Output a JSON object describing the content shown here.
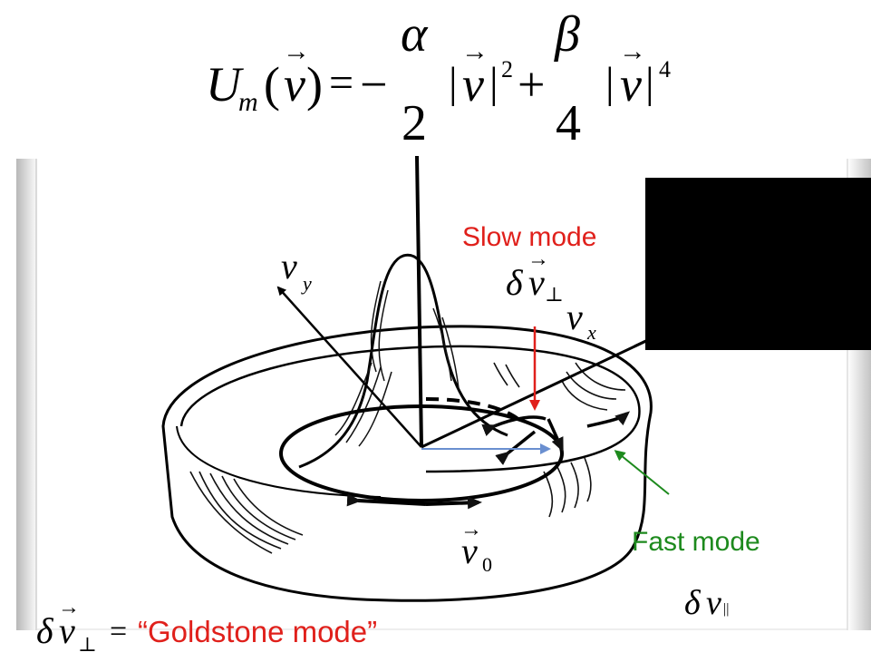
{
  "equation": {
    "lhs": "U",
    "lhs_sub": "m",
    "arg": "v",
    "minus": "−",
    "alpha": "α",
    "two": "2",
    "beta": "β",
    "four": "4",
    "abs_v": "v",
    "pow2": "2",
    "pow4": "4"
  },
  "labels": {
    "slow_mode": "Slow mode",
    "fast_mode": "Fast mode",
    "goldstone": "“Goldstone mode”",
    "equals": "="
  },
  "symbols": {
    "delta": "δ",
    "v": "v",
    "perp": "⊥",
    "parallel": "||",
    "y": "y",
    "x": "x",
    "zero": "0"
  },
  "colors": {
    "slow": "#e0201b",
    "fast": "#1d8a1d",
    "v0_arrow": "#6a8fd0",
    "black_box": "#000000"
  }
}
